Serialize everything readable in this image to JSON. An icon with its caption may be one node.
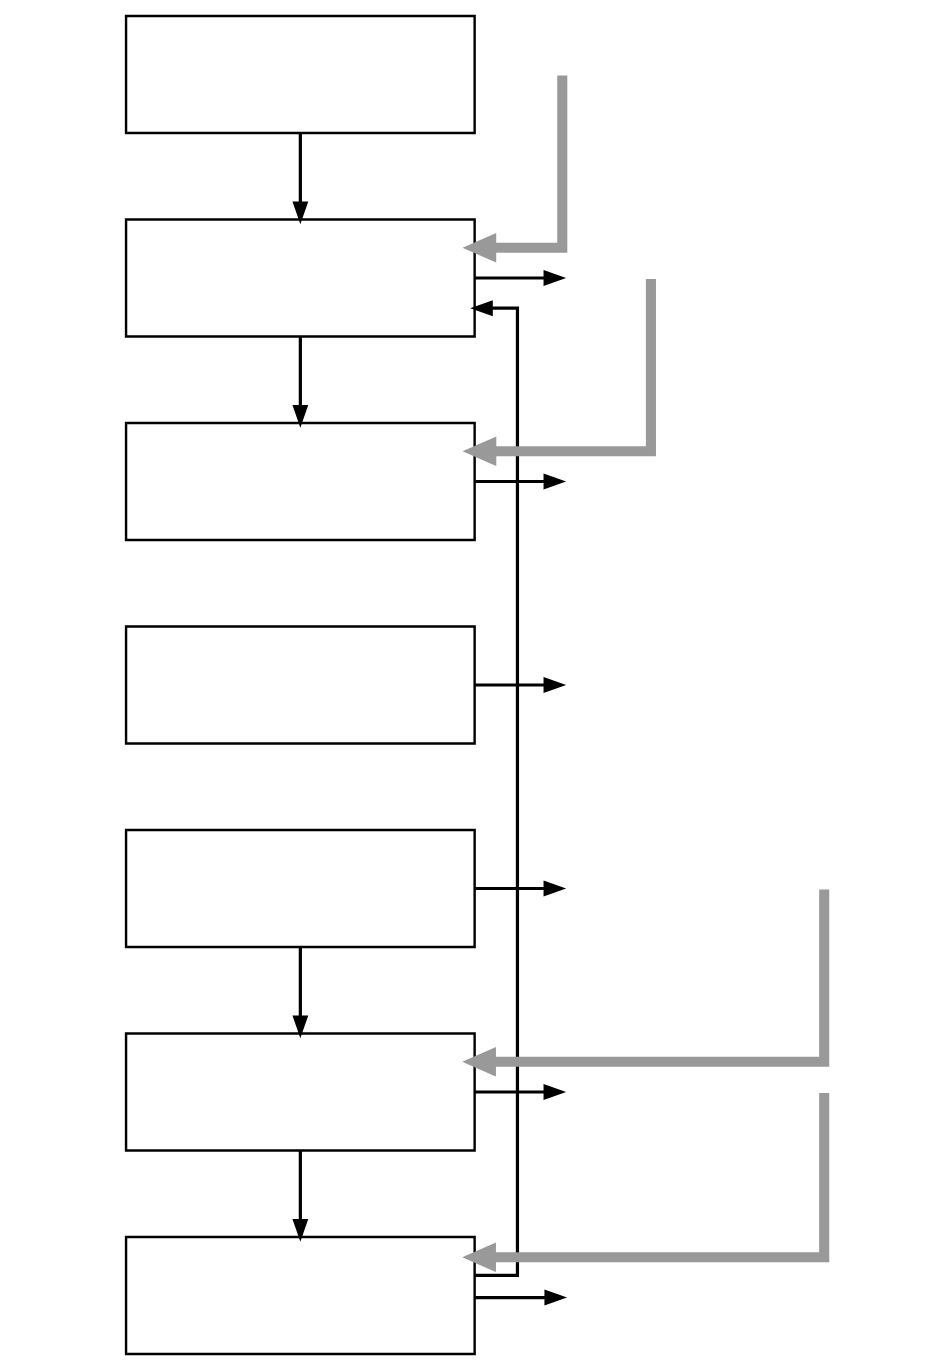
{
  "diagram": {
    "nodes": [
      {
        "text": [],
        "shape": "box"
      },
      {
        "text": [],
        "shape": "box"
      },
      {
        "text": [],
        "shape": "box"
      },
      {
        "text": [],
        "shape": "box"
      },
      {
        "text": [],
        "shape": "box"
      },
      {
        "text": [],
        "shape": "box"
      },
      {
        "text": [],
        "shape": "box"
      }
    ],
    "edges": [
      {
        "from": 0,
        "to": 1,
        "arrow": "to"
      },
      {
        "from": null,
        "to": 1,
        "arrow": "to",
        "style": "thick",
        "color": "#999999"
      },
      {
        "from": 1,
        "to": null,
        "arrow": "to"
      },
      {
        "from": 1,
        "to": 2,
        "arrow": "to"
      },
      {
        "from": null,
        "to": 2,
        "arrow": "to",
        "style": "thick",
        "color": "#999999"
      },
      {
        "from": 2,
        "to": null,
        "arrow": "to"
      },
      {
        "from": 3,
        "to": null,
        "arrow": "to"
      },
      {
        "from": 4,
        "to": null,
        "arrow": "to"
      },
      {
        "from": 4,
        "to": 5,
        "arrow": "to"
      },
      {
        "from": null,
        "to": 5,
        "arrow": "to",
        "style": "thick",
        "color": "#999999"
      },
      {
        "from": 5,
        "to": null,
        "arrow": "to"
      },
      {
        "from": 5,
        "to": 6,
        "arrow": "to"
      },
      {
        "from": null,
        "to": 6,
        "arrow": "to",
        "style": "thick",
        "color": "#999999"
      },
      {
        "from": 6,
        "to": null,
        "arrow": "to"
      },
      {
        "from": 6,
        "to": 1,
        "arrow": "to"
      }
    ]
  }
}
